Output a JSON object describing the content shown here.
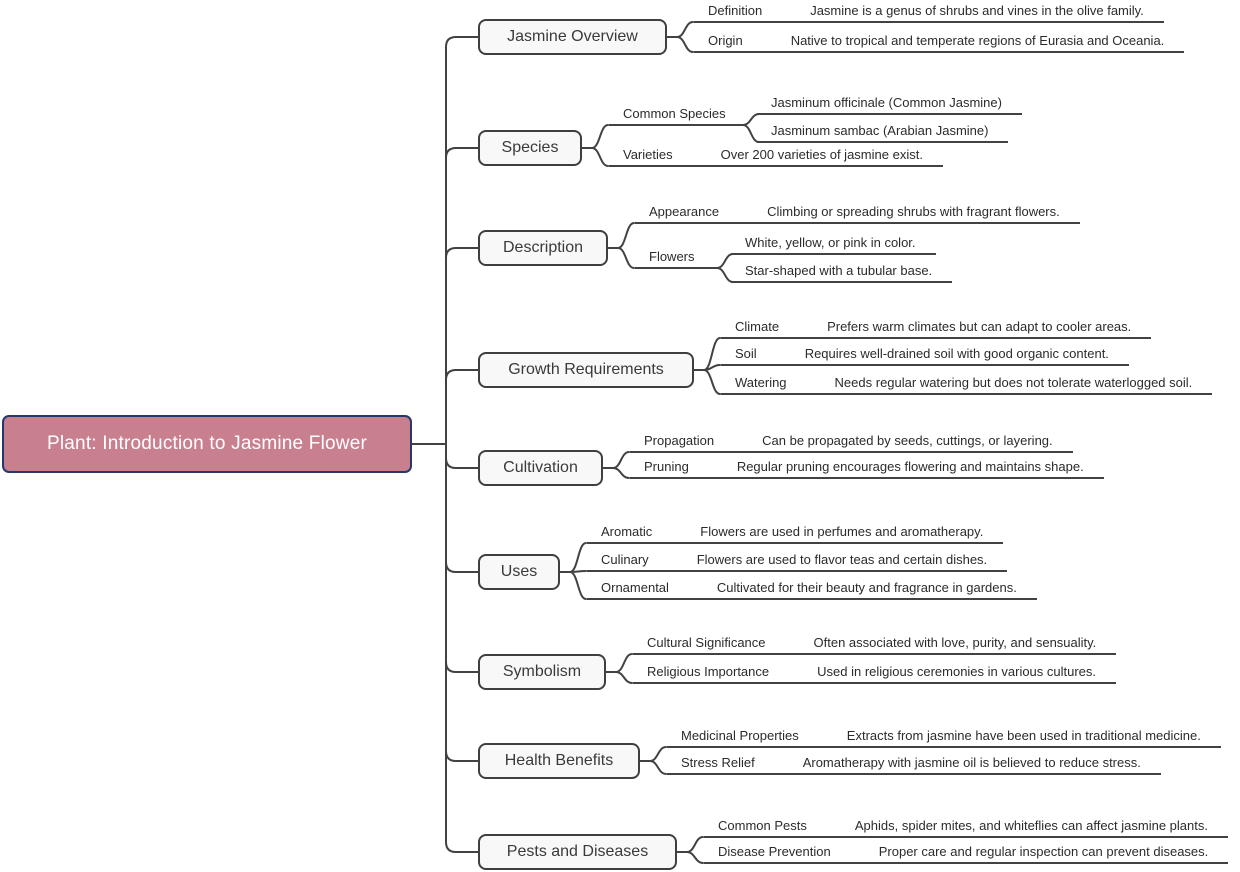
{
  "root": {
    "label": "Plant: Introduction to Jasmine Flower"
  },
  "colors": {
    "root_fill": "#c8808f",
    "root_border": "#26386b",
    "node_fill": "#f8f8f8",
    "node_border": "#3f3f3f",
    "connector": "#424242",
    "text": "#2b2b2b"
  },
  "branches": [
    {
      "label": "Jasmine Overview",
      "children": [
        {
          "label": "Definition",
          "leaves": [
            "Jasmine is a genus of shrubs and vines in the olive family."
          ]
        },
        {
          "label": "Origin",
          "leaves": [
            "Native to tropical and temperate regions of Eurasia and Oceania."
          ]
        }
      ]
    },
    {
      "label": "Species",
      "children": [
        {
          "label": "Common Species",
          "leaves": [
            "Jasminum officinale (Common Jasmine)",
            "Jasminum sambac (Arabian Jasmine)"
          ]
        },
        {
          "label": "Varieties",
          "leaves": [
            "Over 200 varieties of jasmine exist."
          ]
        }
      ]
    },
    {
      "label": "Description",
      "children": [
        {
          "label": "Appearance",
          "leaves": [
            "Climbing or spreading shrubs with fragrant flowers."
          ]
        },
        {
          "label": "Flowers",
          "leaves": [
            "White, yellow, or pink in color.",
            "Star-shaped with a tubular base."
          ]
        }
      ]
    },
    {
      "label": "Growth Requirements",
      "children": [
        {
          "label": "Climate",
          "leaves": [
            "Prefers warm climates but can adapt to cooler areas."
          ]
        },
        {
          "label": "Soil",
          "leaves": [
            "Requires well-drained soil with good organic content."
          ]
        },
        {
          "label": "Watering",
          "leaves": [
            "Needs regular watering but does not tolerate waterlogged soil."
          ]
        }
      ]
    },
    {
      "label": "Cultivation",
      "children": [
        {
          "label": "Propagation",
          "leaves": [
            "Can be propagated by seeds, cuttings, or layering."
          ]
        },
        {
          "label": "Pruning",
          "leaves": [
            "Regular pruning encourages flowering and maintains shape."
          ]
        }
      ]
    },
    {
      "label": "Uses",
      "children": [
        {
          "label": "Aromatic",
          "leaves": [
            "Flowers are used in perfumes and aromatherapy."
          ]
        },
        {
          "label": "Culinary",
          "leaves": [
            "Flowers are used to flavor teas and certain dishes."
          ]
        },
        {
          "label": "Ornamental",
          "leaves": [
            "Cultivated for their beauty and fragrance in gardens."
          ]
        }
      ]
    },
    {
      "label": "Symbolism",
      "children": [
        {
          "label": "Cultural Significance",
          "leaves": [
            "Often associated with love, purity, and sensuality."
          ]
        },
        {
          "label": "Religious Importance",
          "leaves": [
            "Used in religious ceremonies in various cultures."
          ]
        }
      ]
    },
    {
      "label": "Health Benefits",
      "children": [
        {
          "label": "Medicinal Properties",
          "leaves": [
            "Extracts from jasmine have been used in traditional medicine."
          ]
        },
        {
          "label": "Stress Relief",
          "leaves": [
            "Aromatherapy with jasmine oil is believed to reduce stress."
          ]
        }
      ]
    },
    {
      "label": "Pests and Diseases",
      "children": [
        {
          "label": "Common Pests",
          "leaves": [
            "Aphids, spider mites, and whiteflies can affect jasmine plants."
          ]
        },
        {
          "label": "Disease Prevention",
          "leaves": [
            "Proper care and regular inspection can prevent diseases."
          ]
        }
      ]
    }
  ]
}
